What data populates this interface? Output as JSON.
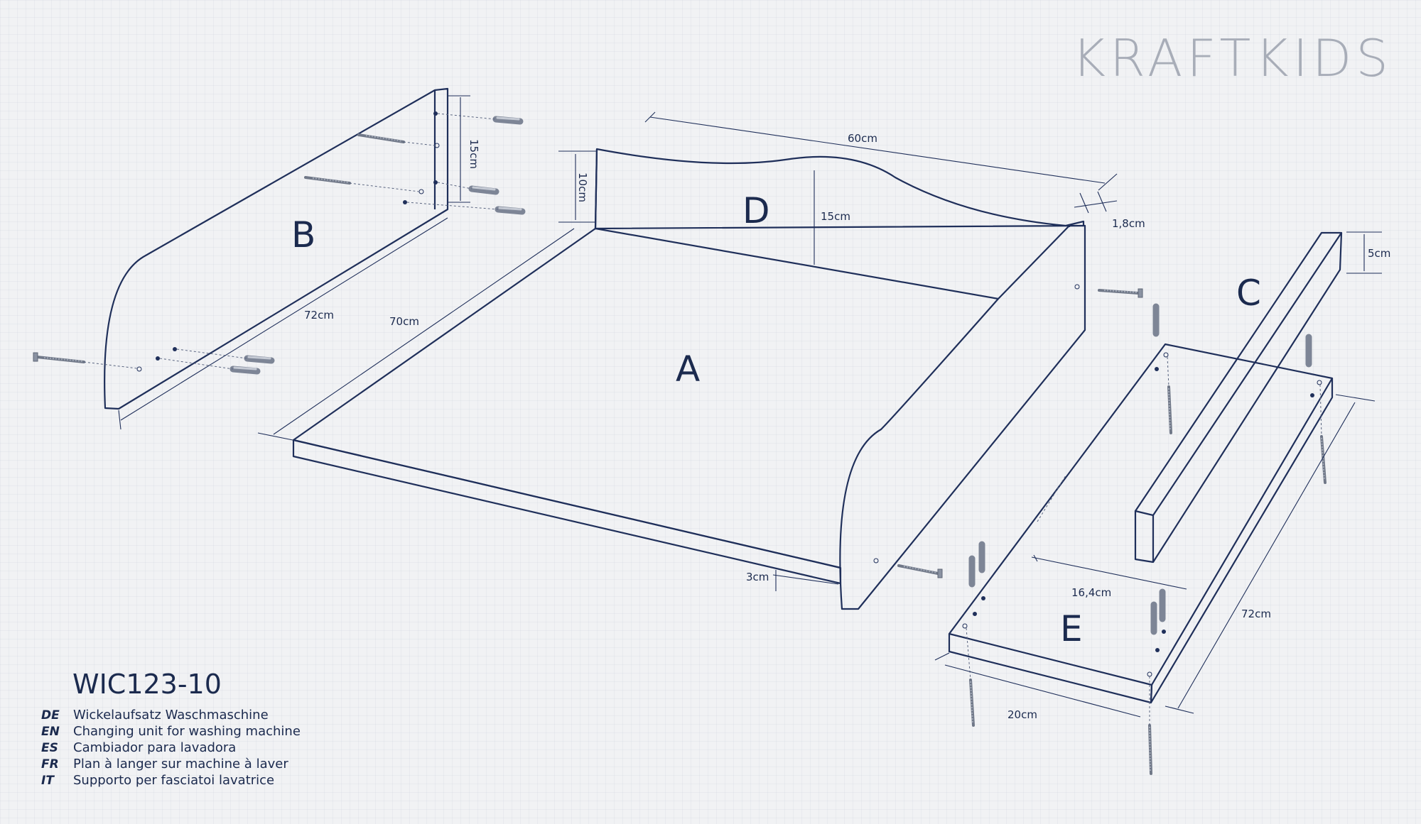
{
  "brand": {
    "logo_text": "KRAFTKIDS"
  },
  "product": {
    "model": "WIC123-10",
    "descriptions": [
      {
        "lang": "DE",
        "text": "Wickelaufsatz Waschmaschine"
      },
      {
        "lang": "EN",
        "text": "Changing unit for washing machine"
      },
      {
        "lang": "ES",
        "text": "Cambiador para lavadora"
      },
      {
        "lang": "FR",
        "text": "Plan à langer sur machine à laver"
      },
      {
        "lang": "IT",
        "text": "Supporto per fasciatoi lavatrice"
      }
    ]
  },
  "parts": {
    "a": "A",
    "b": "B",
    "c": "C",
    "d": "D",
    "e": "E"
  },
  "dimensions": {
    "b_height": "15cm",
    "b_length": "72cm",
    "a_length": "70cm",
    "d_width": "60cm",
    "d_side_height": "10cm",
    "d_center_height": "15cm",
    "d_thickness": "1,8cm",
    "a_thickness": "3cm",
    "c_height": "5cm",
    "e_inner_width": "16,4cm",
    "e_length": "72cm",
    "e_width": "20cm"
  }
}
